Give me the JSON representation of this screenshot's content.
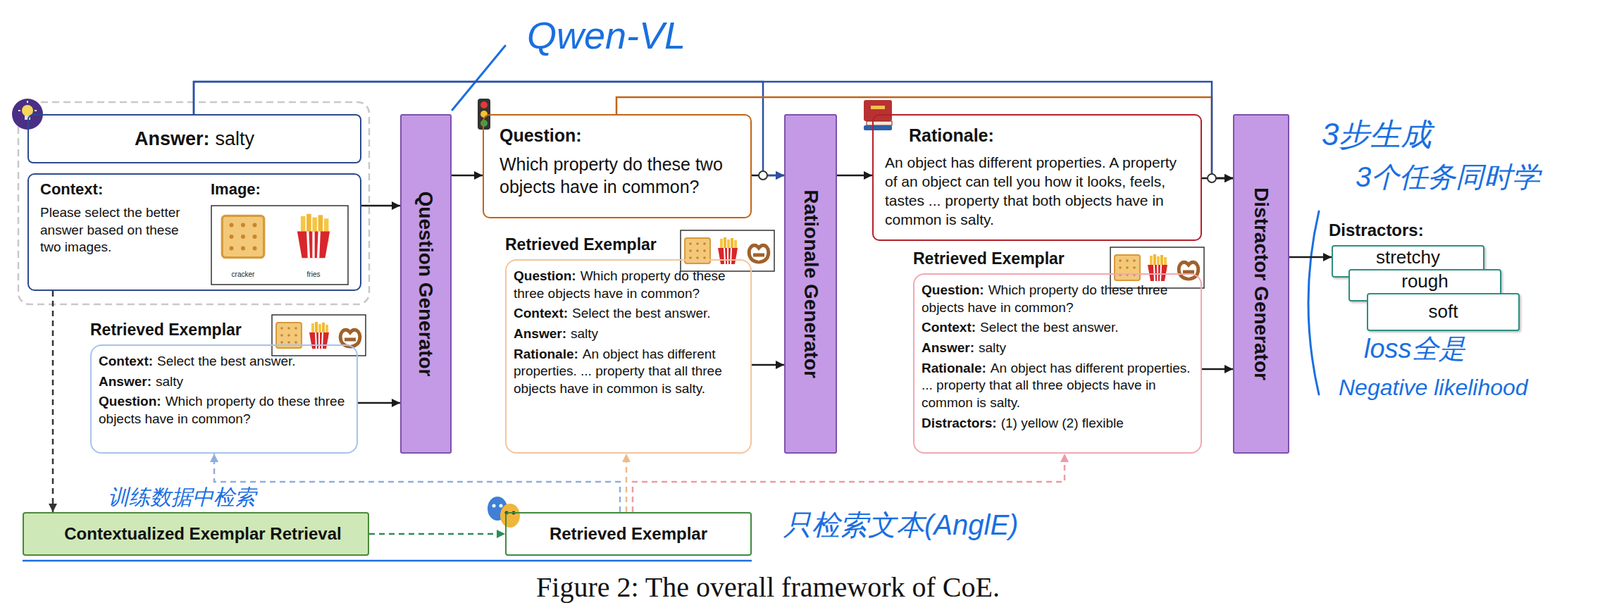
{
  "diagram": {
    "caption": "Figure 2: The overall framework of CoE.",
    "nodes": [
      {
        "text": [
          "Answer:",
          "salty"
        ]
      },
      {
        "text": [
          "Context:",
          "Please select the better answer based on these two images.",
          "Image:"
        ]
      },
      {
        "text": [
          "Question Generator"
        ]
      },
      {
        "text": [
          "Question:",
          "Which property do these two objects have in common?"
        ]
      },
      {
        "text": [
          "Rationale Generator"
        ]
      },
      {
        "text": [
          "Rationale:",
          "An object has different properties. A property of an object can tell you how it looks, feels, tastes ... property that both objects have in common is salty."
        ]
      },
      {
        "text": [
          "Distractor Generator"
        ]
      },
      {
        "text": [
          "stretchy"
        ]
      },
      {
        "text": [
          "rough"
        ]
      },
      {
        "text": [
          "soft"
        ]
      },
      {
        "text": [
          "Retrieved Exemplar",
          "Context:",
          "Select the best answer.",
          "Answer:",
          "salty",
          "Question:",
          "Which property do these three objects have in common?"
        ]
      },
      {
        "text": [
          "Retrieved Exemplar",
          "Question:",
          "Which property do these three objects have in common?",
          "Context:",
          "Select the best answer.",
          "Answer:",
          "salty",
          "Rationale:",
          "An object has different properties. ... property that all three objects have in common is salty."
        ]
      },
      {
        "text": [
          "Retrieved Exemplar",
          "Question:",
          "Which property do these three objects have in common?",
          "Context:",
          "Select the best answer.",
          "Answer:",
          "salty",
          "Rationale:",
          "An object has different properties. ... property that all three objects have in common is salty.",
          "Distractors:",
          "(1) yellow (2) flexible"
        ]
      },
      {
        "text": [
          "Contextualized Exemplar Retrieval"
        ]
      },
      {
        "text": [
          "Retrieved Exemplar"
        ]
      }
    ],
    "edges": [
      {
        "from": 1,
        "to": 2,
        "arrow": "to"
      },
      {
        "from": 10,
        "to": 2,
        "arrow": "to"
      },
      {
        "from": 2,
        "to": 3,
        "arrow": "to"
      },
      {
        "from": 3,
        "to": 4,
        "arrow": "to"
      },
      {
        "from": 0,
        "to": 4,
        "arrow": "to"
      },
      {
        "from": 4,
        "to": 5,
        "arrow": "to"
      },
      {
        "from": 11,
        "to": 4,
        "arrow": "to"
      },
      {
        "from": 3,
        "to": 6,
        "arrow": "to"
      },
      {
        "from": 0,
        "to": 6,
        "arrow": "to"
      },
      {
        "from": 5,
        "to": 6,
        "arrow": "to"
      },
      {
        "from": 12,
        "to": 6,
        "arrow": "to"
      },
      {
        "from": 6,
        "to": 7,
        "arrow": "to"
      },
      {
        "from": 1,
        "to": 13,
        "arrow": "to"
      },
      {
        "from": 13,
        "to": 14,
        "arrow": "to"
      },
      {
        "from": 14,
        "to": 10,
        "arrow": "to"
      },
      {
        "from": 14,
        "to": 11,
        "arrow": "to"
      },
      {
        "from": 14,
        "to": 12,
        "arrow": "to"
      }
    ],
    "labels": [
      "cracker",
      "fries",
      "Distractors:",
      "Qwen-VL",
      "训练数据中检索",
      "只检索文本(AnglE)",
      "3步生成",
      "3个任务同时学",
      "loss全是",
      "Negative likelihood"
    ]
  }
}
